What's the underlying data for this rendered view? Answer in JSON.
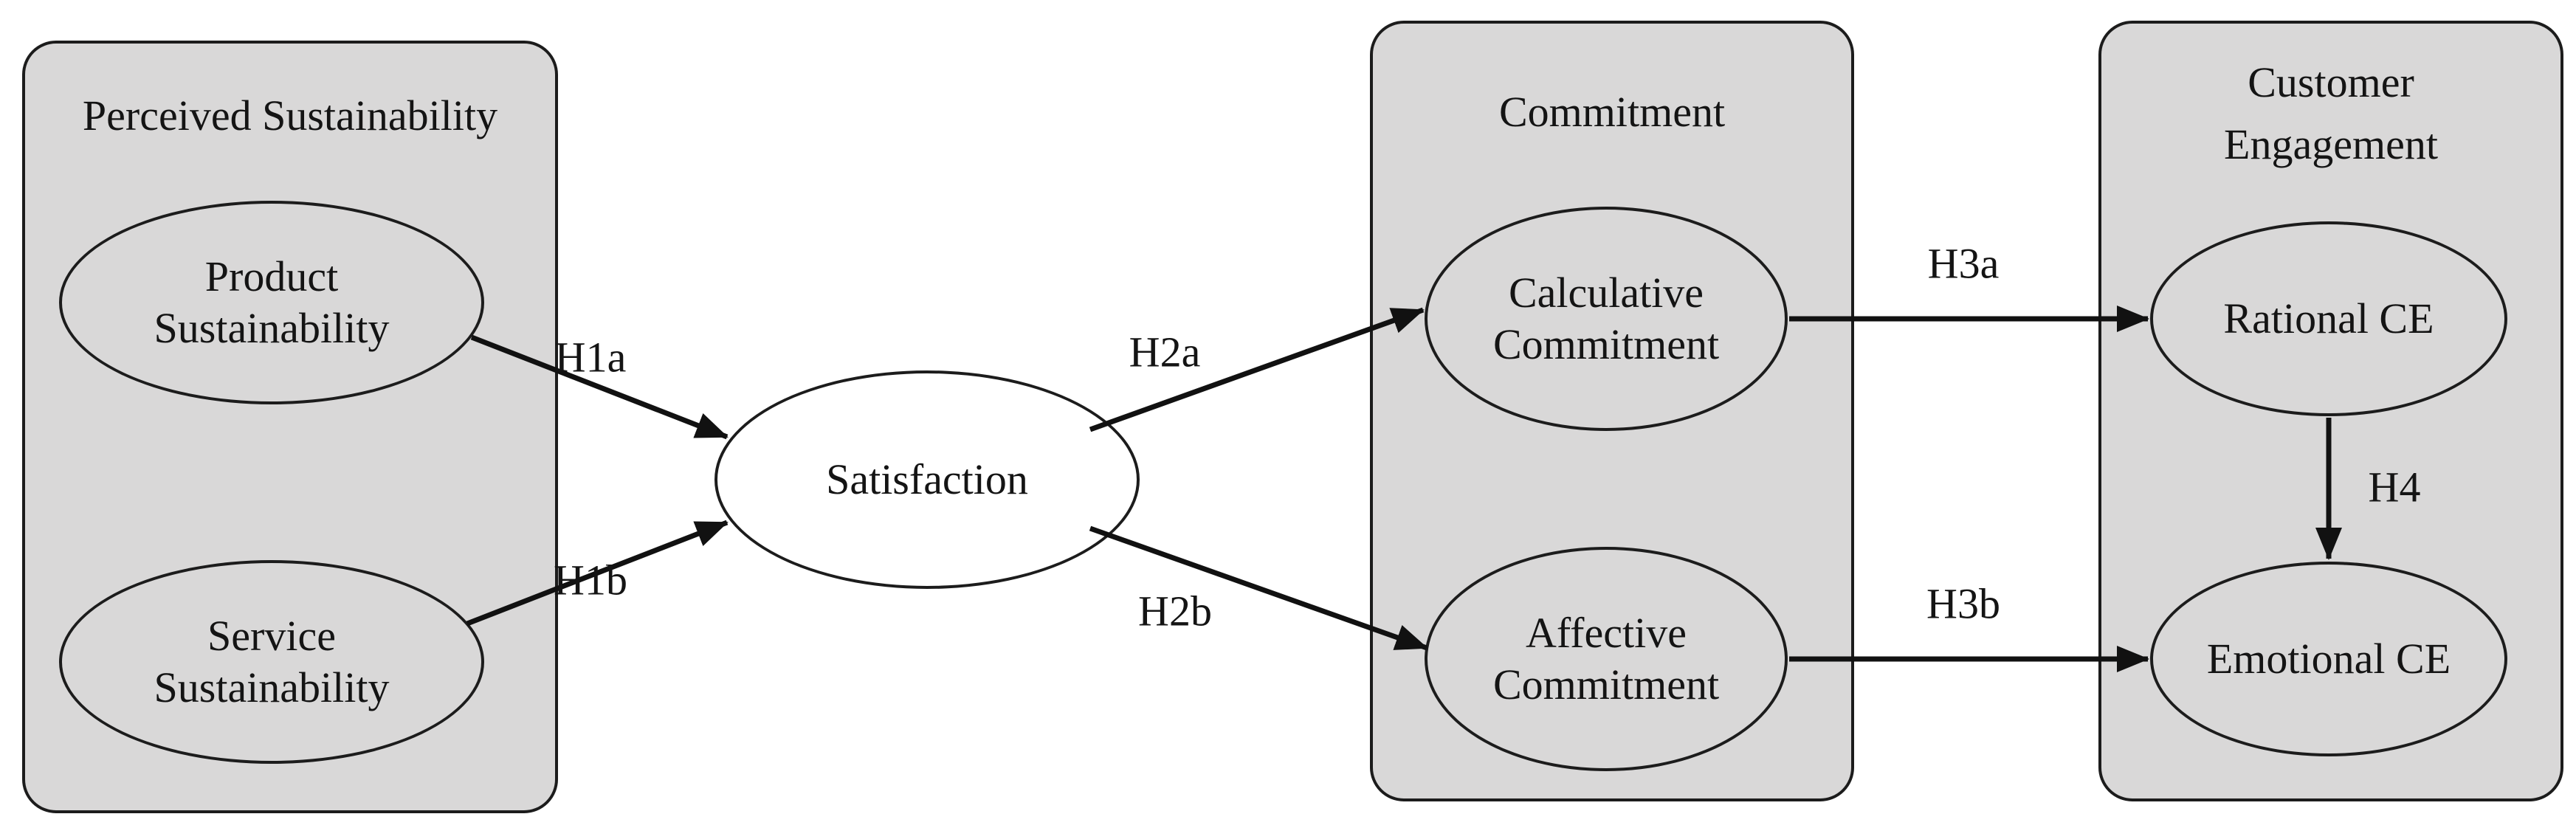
{
  "figure": {
    "type": "conceptual-model-diagram",
    "groups": {
      "perceived": {
        "title": "Perceived Sustainability"
      },
      "commitment": {
        "title": "Commitment"
      },
      "engagement": {
        "title_line1": "Customer",
        "title_line2": "Engagement"
      }
    },
    "nodes": {
      "product": {
        "line1": "Product",
        "line2": "Sustainability"
      },
      "service": {
        "line1": "Service",
        "line2": "Sustainability"
      },
      "satisfaction": {
        "label": "Satisfaction"
      },
      "calculative": {
        "line1": "Calculative",
        "line2": "Commitment"
      },
      "affective": {
        "line1": "Affective",
        "line2": "Commitment"
      },
      "rational": {
        "label": "Rational CE"
      },
      "emotional": {
        "label": "Emotional CE"
      }
    },
    "edges": [
      {
        "from": "Product Sustainability",
        "to": "Satisfaction",
        "label": "H1a"
      },
      {
        "from": "Service Sustainability",
        "to": "Satisfaction",
        "label": "H1b"
      },
      {
        "from": "Satisfaction",
        "to": "Calculative Commitment",
        "label": "H2a"
      },
      {
        "from": "Satisfaction",
        "to": "Affective Commitment",
        "label": "H2b"
      },
      {
        "from": "Calculative Commitment",
        "to": "Rational CE",
        "label": "H3a"
      },
      {
        "from": "Affective Commitment",
        "to": "Emotional CE",
        "label": "H3b"
      },
      {
        "from": "Rational CE",
        "to": "Emotional CE",
        "label": "H4"
      }
    ],
    "colors": {
      "background": "#ffffff",
      "group_fill": "#d9d8d8",
      "stroke": "#1c1c1c",
      "satisfaction_fill": "#ffffff",
      "arrow": "#111111",
      "text": "#141414"
    }
  }
}
